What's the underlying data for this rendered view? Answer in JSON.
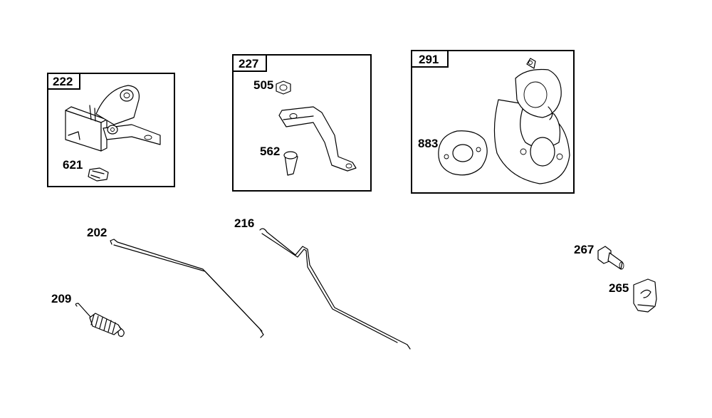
{
  "groups": [
    {
      "id": "222",
      "parts": [
        "621"
      ]
    },
    {
      "id": "227",
      "parts": [
        "505",
        "562"
      ]
    },
    {
      "id": "291",
      "parts": [
        "883"
      ]
    }
  ],
  "labels": {
    "g222": "222",
    "g227": "227",
    "g291": "291",
    "p621": "621",
    "p505": "505",
    "p562": "562",
    "p883": "883",
    "p202": "202",
    "p216": "216",
    "p209": "209",
    "p267": "267",
    "p265": "265"
  }
}
